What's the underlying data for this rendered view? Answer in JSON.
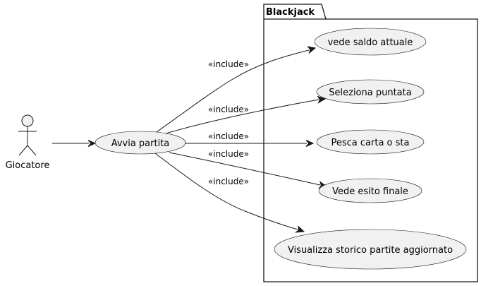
{
  "actor": {
    "name": "Giocatore",
    "icon": "stick-figure-icon"
  },
  "main_use_case": "Avvia partita",
  "package": {
    "name": "Blackjack"
  },
  "included_use_cases": [
    "vede saldo attuale",
    "Seleziona puntata",
    "Pesca carta o sta",
    "Vede esito finale",
    "Visualizza storico partite aggiornato"
  ],
  "include_label": "«include»",
  "colors": {
    "use_case_fill": "#f1f1f1",
    "stroke": "#181818",
    "background": "#ffffff"
  }
}
